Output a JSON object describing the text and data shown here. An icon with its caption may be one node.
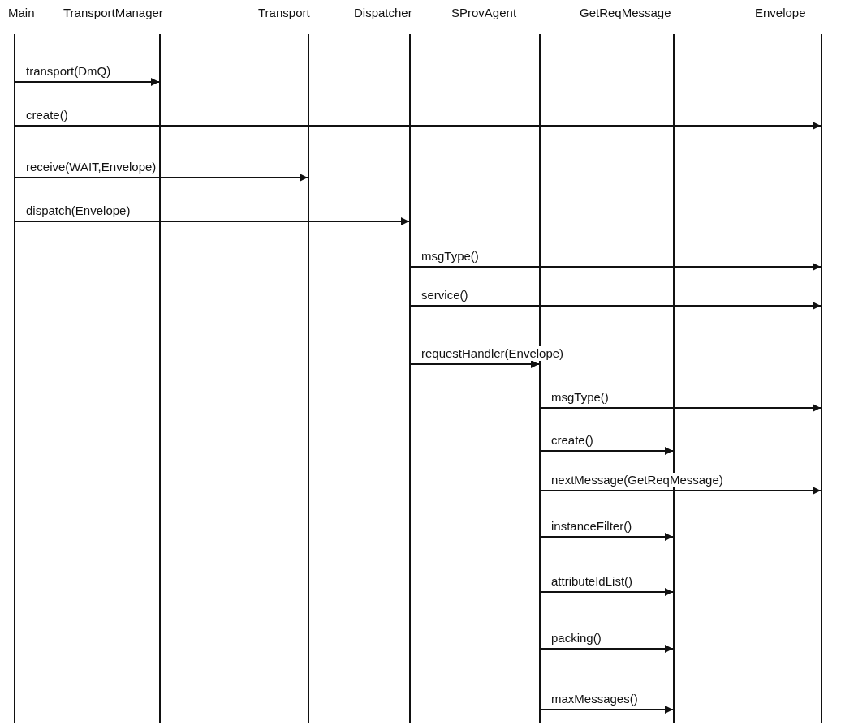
{
  "diagram": {
    "nodes": [
      {
        "text": [
          "Main"
        ]
      },
      {
        "text": [
          "TransportManager"
        ]
      },
      {
        "text": [
          "Transport"
        ]
      },
      {
        "text": [
          "Dispatcher"
        ]
      },
      {
        "text": [
          "SProvAgent"
        ]
      },
      {
        "text": [
          "GetReqMessage"
        ]
      },
      {
        "text": [
          "Envelope"
        ]
      }
    ],
    "edges": [
      {
        "from": 0,
        "to": 1,
        "arrow": "to",
        "label": "transport(DmQ)"
      },
      {
        "from": 0,
        "to": 6,
        "arrow": "to",
        "label": "create()"
      },
      {
        "from": 0,
        "to": 2,
        "arrow": "to",
        "label": "receive(WAIT,Envelope)"
      },
      {
        "from": 0,
        "to": 3,
        "arrow": "to",
        "label": "dispatch(Envelope)"
      },
      {
        "from": 3,
        "to": 6,
        "arrow": "to",
        "label": "msgType()"
      },
      {
        "from": 3,
        "to": 6,
        "arrow": "to",
        "label": "service()"
      },
      {
        "from": 3,
        "to": 4,
        "arrow": "to",
        "label": "requestHandler(Envelope)"
      },
      {
        "from": 4,
        "to": 6,
        "arrow": "to",
        "label": "msgType()"
      },
      {
        "from": 4,
        "to": 5,
        "arrow": "to",
        "label": "create()"
      },
      {
        "from": 4,
        "to": 6,
        "arrow": "to",
        "label": "nextMessage(GetReqMessage)"
      },
      {
        "from": 4,
        "to": 5,
        "arrow": "to",
        "label": "instanceFilter()"
      },
      {
        "from": 4,
        "to": 5,
        "arrow": "to",
        "label": "attributeIdList()"
      },
      {
        "from": 4,
        "to": 5,
        "arrow": "to",
        "label": "packing()"
      },
      {
        "from": 4,
        "to": 5,
        "arrow": "to",
        "label": "maxMessages()"
      }
    ]
  }
}
